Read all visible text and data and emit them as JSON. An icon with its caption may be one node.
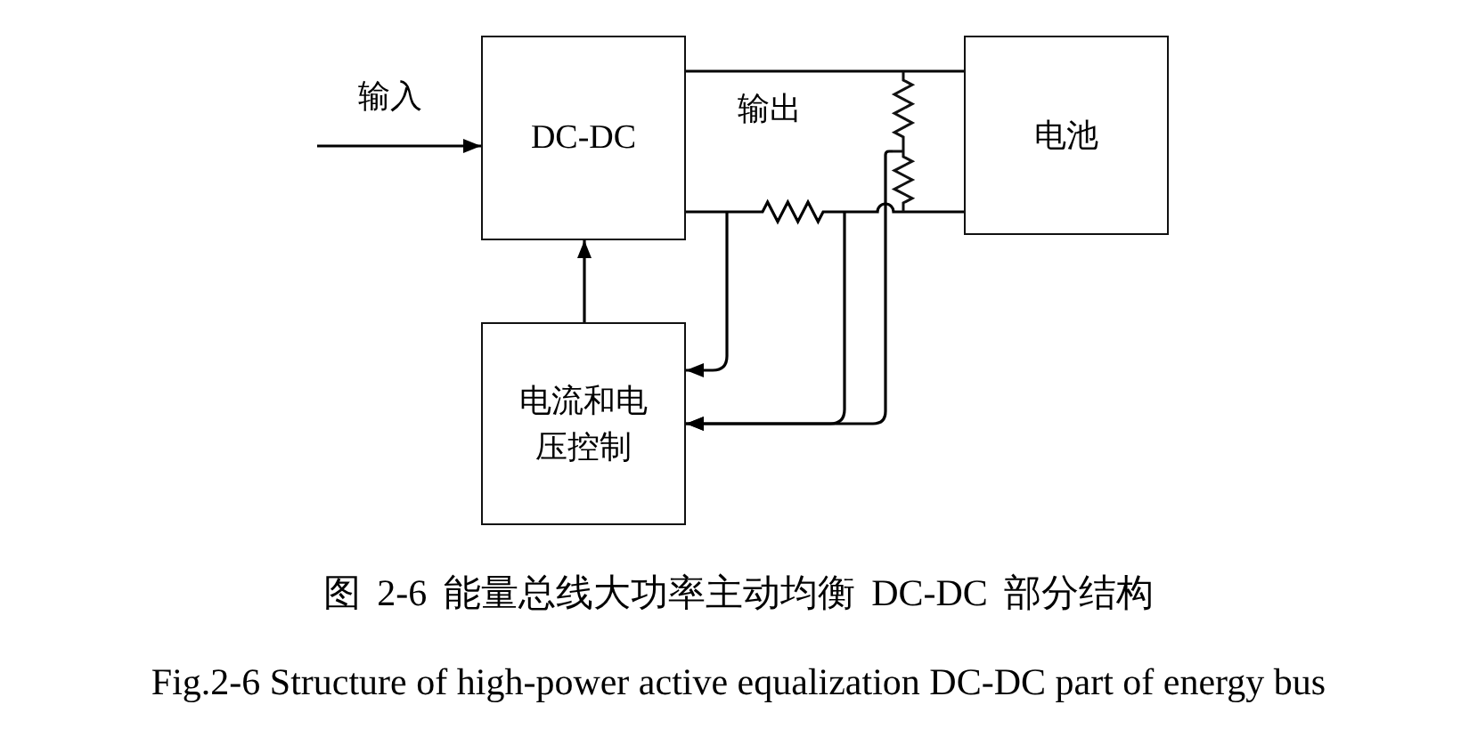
{
  "diagram": {
    "caption": "图 2-6 能量总线大功率主动均衡 DC-DC 部分结构",
    "nodes": [
      {
        "text": [
          "DC-DC"
        ]
      },
      {
        "text": [
          "电池"
        ]
      },
      {
        "text": [
          "电流和电压控制"
        ]
      },
      {
        "text": [],
        "shape": "resistor"
      },
      {
        "text": [],
        "shape": "resistor"
      }
    ],
    "edges": [
      {
        "from": null,
        "to": 0,
        "arrow": "to",
        "label": "输入"
      },
      {
        "from": 0,
        "to": 1,
        "arrow": "none",
        "label": "输出"
      },
      {
        "from": 0,
        "to": 1,
        "arrow": "none"
      },
      {
        "from": 2,
        "to": 0,
        "arrow": "to"
      },
      {
        "from": null,
        "to": 2,
        "arrow": "to"
      },
      {
        "from": null,
        "to": 2,
        "arrow": "to"
      },
      {
        "from": 3,
        "to": 2,
        "arrow": "to"
      }
    ],
    "labels": [
      "Fig.2-6 Structure of high-power active equalization DC-DC part of energy bus"
    ]
  }
}
